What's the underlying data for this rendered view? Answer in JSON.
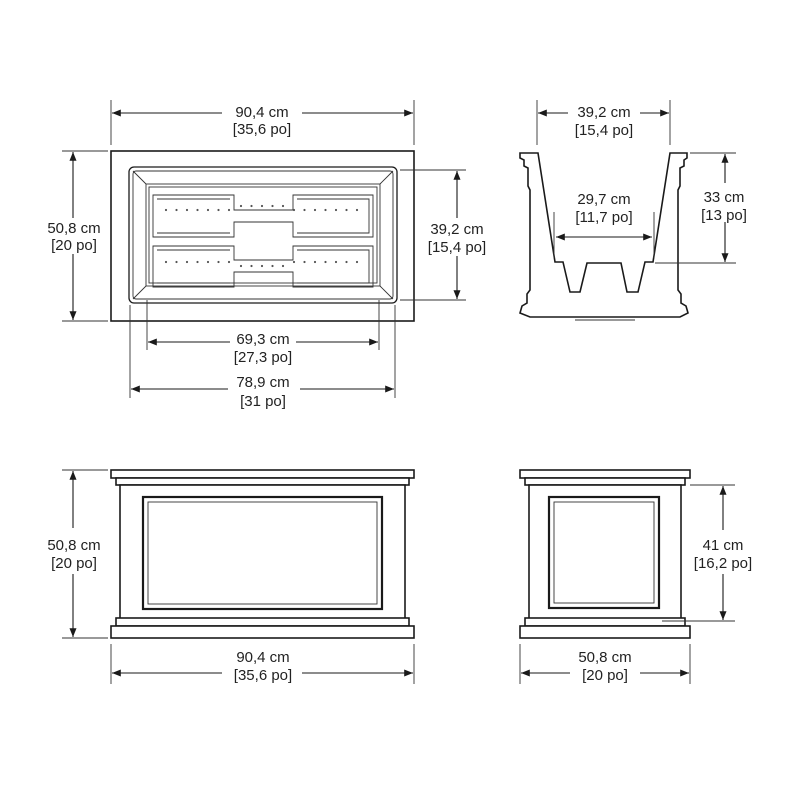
{
  "top_view": {
    "width": {
      "metric": "90,4 cm",
      "imperial": "[35,6 po]"
    },
    "height": {
      "metric": "50,8 cm",
      "imperial": "[20 po]"
    },
    "inner_depth": {
      "metric": "39,2 cm",
      "imperial": "[15,4 po]"
    },
    "inner_width": {
      "metric": "69,3 cm",
      "imperial": "[27,3 po]"
    },
    "tray_width": {
      "metric": "78,9 cm",
      "imperial": "[31 po]"
    }
  },
  "section_view": {
    "top_width": {
      "metric": "39,2 cm",
      "imperial": "[15,4 po]"
    },
    "bottom_width": {
      "metric": "29,7 cm",
      "imperial": "[11,7 po]"
    },
    "depth": {
      "metric": "33 cm",
      "imperial": "[13 po]"
    }
  },
  "front_view": {
    "height": {
      "metric": "50,8 cm",
      "imperial": "[20 po]"
    },
    "width": {
      "metric": "90,4 cm",
      "imperial": "[35,6 po]"
    }
  },
  "side_view": {
    "panel_height": {
      "metric": "41 cm",
      "imperial": "[16,2 po]"
    },
    "width": {
      "metric": "50,8 cm",
      "imperial": "[20 po]"
    }
  }
}
